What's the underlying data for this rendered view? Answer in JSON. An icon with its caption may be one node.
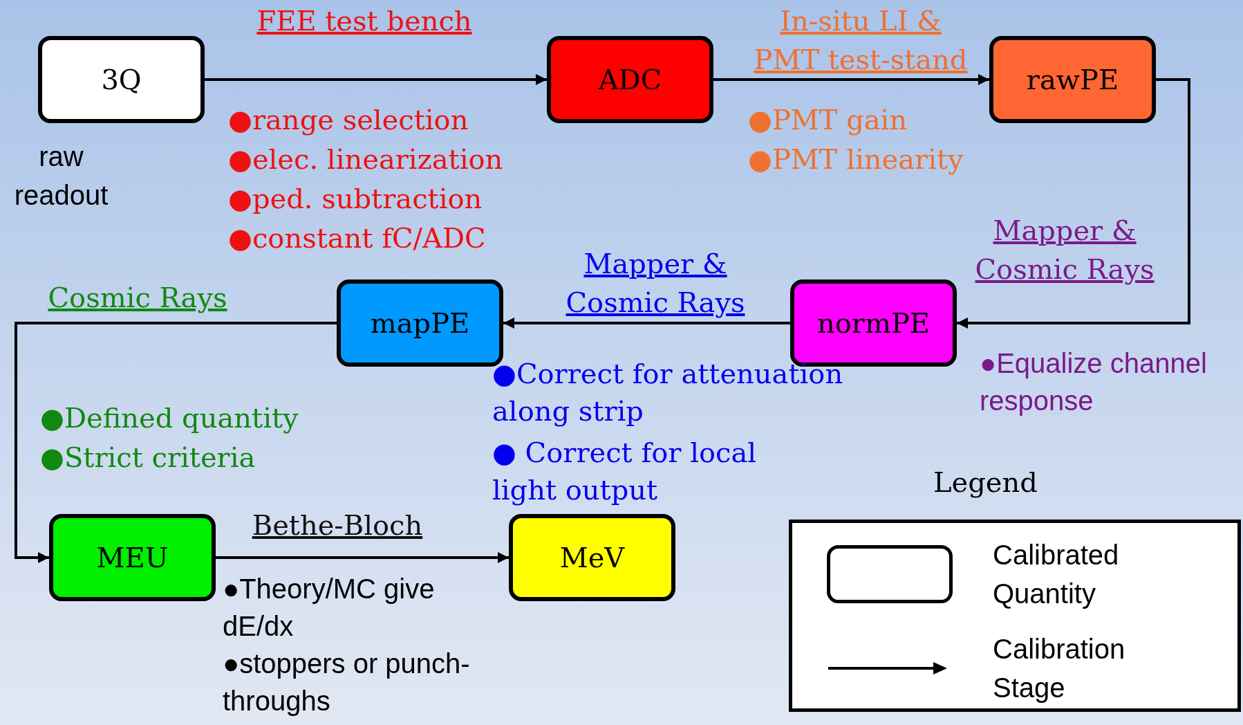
{
  "diagram": {
    "nodes": [
      {
        "text": [
          "3Q"
        ],
        "beside": [
          "raw readout"
        ]
      },
      {
        "text": [
          "ADC"
        ]
      },
      {
        "text": [
          "rawPE"
        ]
      },
      {
        "text": [
          "normPE"
        ]
      },
      {
        "text": [
          "mapPE"
        ]
      },
      {
        "text": [
          "MEU"
        ]
      },
      {
        "text": [
          "MeV"
        ]
      }
    ],
    "edges": [
      {
        "from": 0,
        "to": 1,
        "arrow": "to",
        "label": "FEE test bench"
      },
      {
        "from": 1,
        "to": 2,
        "arrow": "to",
        "label": "In-situ LI & PMT test-stand"
      },
      {
        "from": 2,
        "to": 3,
        "arrow": "to",
        "label": "Mapper & Cosmic Rays"
      },
      {
        "from": 3,
        "to": 4,
        "arrow": "to",
        "label": "Mapper & Cosmic Rays"
      },
      {
        "from": 4,
        "to": 5,
        "arrow": "to",
        "label": "Cosmic Rays"
      },
      {
        "from": 5,
        "to": 6,
        "arrow": "to",
        "label": "Bethe-Bloch"
      }
    ],
    "labels": [
      "●range selection",
      "●elec. linearization",
      "●ped. subtraction",
      "●constant fC/ADC",
      "●PMT gain",
      "●PMT linearity",
      "●Equalize channel response",
      "●Correct for attenuation along strip",
      "● Correct for local light output",
      "●Defined quantity",
      "●Strict criteria",
      "●Theory/MC give dE/dx",
      "●stoppers or punch-throughs",
      "Legend"
    ],
    "legend": [
      {
        "text": "Calibrated Quantity"
      },
      {
        "text": "Calibration Stage"
      }
    ]
  }
}
